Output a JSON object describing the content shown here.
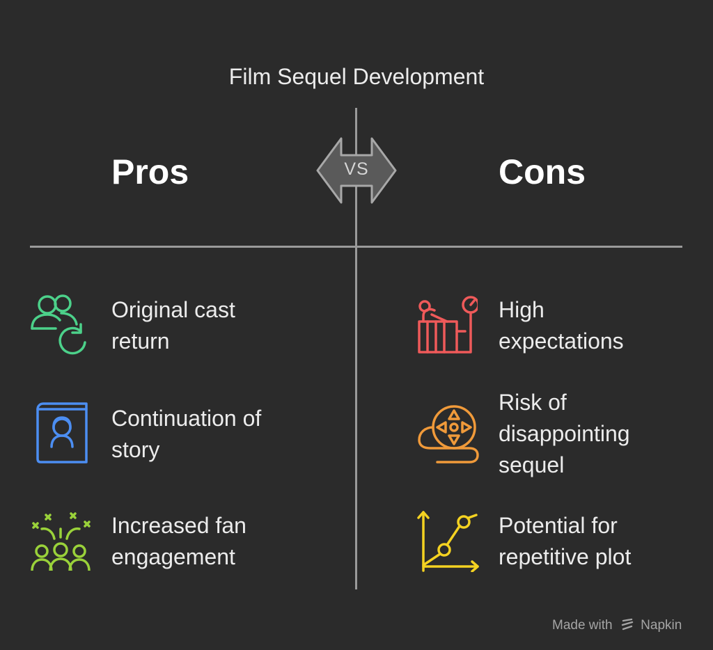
{
  "title": "Film Sequel Development",
  "vs_label": "VS",
  "colors": {
    "background": "#2b2b2b",
    "divider": "#9a9a9a",
    "green": "#4cd18a",
    "blue": "#4c8ef2",
    "lime": "#9ad23a",
    "red": "#ef5a5a",
    "orange": "#f09a3a",
    "yellow": "#f4d221"
  },
  "pros": {
    "header": "Pros",
    "items": [
      {
        "line1": "Original cast",
        "line2": "return",
        "icon": "people-return-icon"
      },
      {
        "line1": "Continuation of",
        "line2": "story",
        "icon": "storybook-icon"
      },
      {
        "line1": "Increased fan",
        "line2": "engagement",
        "icon": "celebrating-crowd-icon"
      }
    ]
  },
  "cons": {
    "header": "Cons",
    "items": [
      {
        "line1": "High",
        "line2": "expectations",
        "icon": "pressure-gauge-icon"
      },
      {
        "line1": "Risk of",
        "line2": "disappointing",
        "line3": "sequel",
        "icon": "film-reel-icon"
      },
      {
        "line1": "Potential for",
        "line2": "repetitive plot",
        "icon": "line-graph-icon"
      }
    ]
  },
  "footer": {
    "made_with": "Made with",
    "brand": "Napkin"
  }
}
